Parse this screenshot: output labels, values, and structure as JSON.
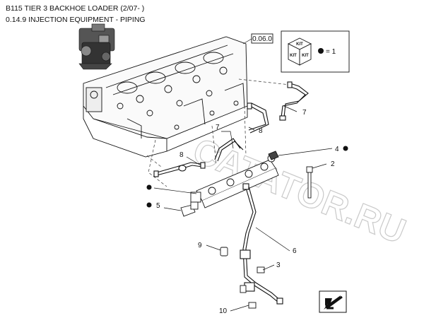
{
  "header": {
    "title": "B115 TIER 3 BACKHOE LOADER (2/07- )",
    "subtitle": "0.14.9 INJECTION EQUIPMENT - PIPING"
  },
  "reference": {
    "label": "0.06.0"
  },
  "kit_legend": {
    "kit_label": "KIT",
    "equals": "= 1"
  },
  "watermark": {
    "text": "CATATOR.RU"
  },
  "callouts": [
    {
      "id": "c7a",
      "label": "7"
    },
    {
      "id": "c7b",
      "label": "7"
    },
    {
      "id": "c8a",
      "label": "8"
    },
    {
      "id": "c8b",
      "label": "8"
    },
    {
      "id": "c4",
      "label": "4"
    },
    {
      "id": "c2",
      "label": "2"
    },
    {
      "id": "c5",
      "label": "5"
    },
    {
      "id": "c9",
      "label": "9"
    },
    {
      "id": "c6",
      "label": "6"
    },
    {
      "id": "c3",
      "label": "3"
    },
    {
      "id": "c10",
      "label": "10"
    }
  ],
  "icons": {
    "engine_thumbnail": "engine-icon",
    "nav_arrow": "arrow-down-left-icon",
    "kit_box": "kit-box-icon"
  }
}
